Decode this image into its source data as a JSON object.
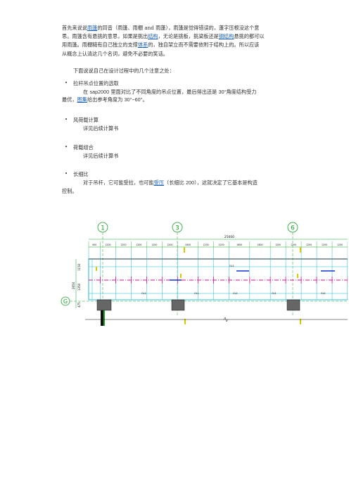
{
  "intro": {
    "l1a": "首先来说说",
    "l1_link1": "雨篷",
    "l1b": "的同音（雨篷、雨棚 and 雨蓬），雨篷是觉得错误的，蓬字压根没这个意",
    "l2a": "思。雨篷含有悬挑的意思，如果是挑出",
    "l2_link": "结构",
    "l2b": "，无论是挑板，挑梁板还是",
    "l2_link2": "钢结构",
    "l2c": "悬挑的都可以",
    "l3": "用雨篷。雨棚糙有自己独立的支撑",
    "l3_link": "体系",
    "l3b": "的，独自架立而不需要依附于结构上的。所以应该",
    "l4": "从概念上认清这几个名词，避免不必要的笑话。"
  },
  "lead": "下面说说自己在设计过程中的几个注意之处：",
  "sections": [
    {
      "title": "拉杆吊点位置的选取",
      "line1a": "在 ",
      "line1_num": "sap2000",
      "line1b": " 里面对比了不同角度的吊点位置，最后得出还是 ",
      "line1_num2": "30°",
      "line1c": "角度结构受力",
      "line2a": "最优，",
      "line2_link": "图集",
      "line2b": "给出参考角度为 ",
      "line2_num": "30°~60°",
      "line2c": "。"
    },
    {
      "title": "风荷载计算",
      "body": "详见后续计算书"
    },
    {
      "title": "荷载组合",
      "body": "详见后续计算书"
    },
    {
      "title": "长细比",
      "line1a": "对于吊杆，它可能受拉，也可能",
      "line1_link": "受压",
      "line1b": "（长细比 ",
      "line1_num": "200",
      "line1c": "），这就决定了它基本是构造",
      "line2": "控制。"
    }
  ],
  "bullet_char": "•",
  "drawing": {
    "axis_labels": [
      "1",
      "3",
      "6",
      "G"
    ],
    "overall_dim": "25000",
    "top_dims": [
      "900",
      "1200",
      "1200",
      "1200",
      "1200",
      "1200",
      "1600",
      "1200",
      "1200",
      "1600",
      "1600",
      "1200",
      "1200",
      "1200",
      "1200",
      "1200"
    ],
    "side_dims": [
      "2650",
      "1150",
      "1350",
      "475"
    ],
    "beam_labels": [
      "GL1",
      "GL1",
      "GL1",
      "GL1",
      "GL1",
      "GL1"
    ],
    "colors": {
      "cyan": "#19b8d6",
      "magenta": "#e0129a",
      "green": "#1aa32a",
      "yellow": "#d8c800",
      "blue": "#1030d0",
      "black": "#111111",
      "gray": "#666666"
    }
  }
}
